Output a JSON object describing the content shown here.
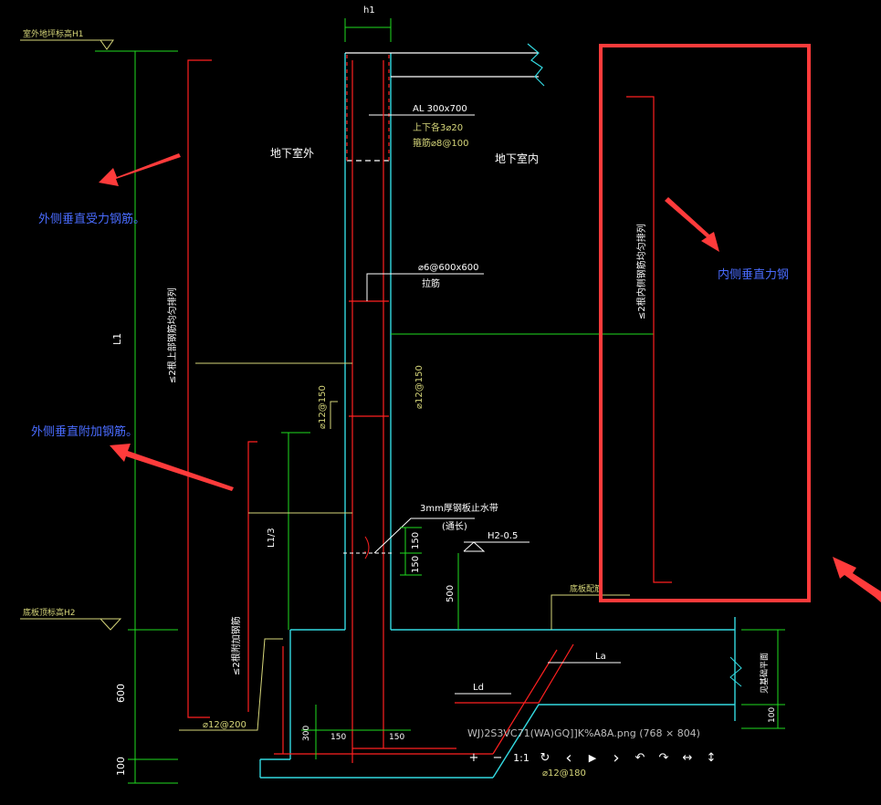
{
  "annotations": {
    "outer_vertical_main": "外侧垂直受力钢筋。",
    "outer_vertical_additional": "外侧垂直附加钢筋。",
    "inner_vertical": "内侧垂直力钢"
  },
  "drawing_labels": {
    "top_dim": "h1",
    "underground_outside": "地下室外",
    "underground_inside": "地下室内",
    "beam_name": "AL 300x700",
    "beam_top_bars": "上下各3⌀20",
    "beam_stirrups": "箍筋⌀8@100",
    "tie_bars": "⌀6@600x600",
    "tie_bars_note": "拉筋",
    "bar_left": "⌀12@150",
    "bar_right": "⌀12@150",
    "l1": "L1",
    "l1_3": "L1/3",
    "waterstop": "3mm厚钢板止水带",
    "waterstop_note": "(通长)",
    "dim_150": "150",
    "dim_150b": "150",
    "level_h2": "H2-0.5",
    "dim_500": "500",
    "dim_600": "600",
    "dim_100": "100",
    "dim_100b": "100",
    "dim_300": "300",
    "dim_150c": "150",
    "dim_150d": "150",
    "bottom_bar": "⌀12@200",
    "bottom_bar2": "⌀12@180",
    "la": "La",
    "ld": "Ld",
    "raft_note": "底板配筋",
    "top_level": "室外地坪标高H1",
    "mid_level": "底板顶标高H2",
    "side_note": "见基础平面"
  },
  "viewer": {
    "caption": "WJ)2S3VC71(WA)GQ]]K%A8A.png (768 × 804)",
    "tools": {
      "zoom_in": "+",
      "zoom_out": "−",
      "actual_size": "1:1",
      "rotate": "↻",
      "prev": "‹",
      "play": "▶",
      "next": "›",
      "undo": "↶",
      "redo": "↷",
      "fit_width": "↔",
      "fit_height": "↕"
    }
  },
  "colors": {
    "highlight": "#ff3b3b",
    "cad_green": "#1fdc1f",
    "cad_cyan": "#33d9e0",
    "cad_red": "#ff2020",
    "cad_yellow": "#d6d67a",
    "cad_white": "#ffffff",
    "note_blue": "#4a6cff"
  }
}
